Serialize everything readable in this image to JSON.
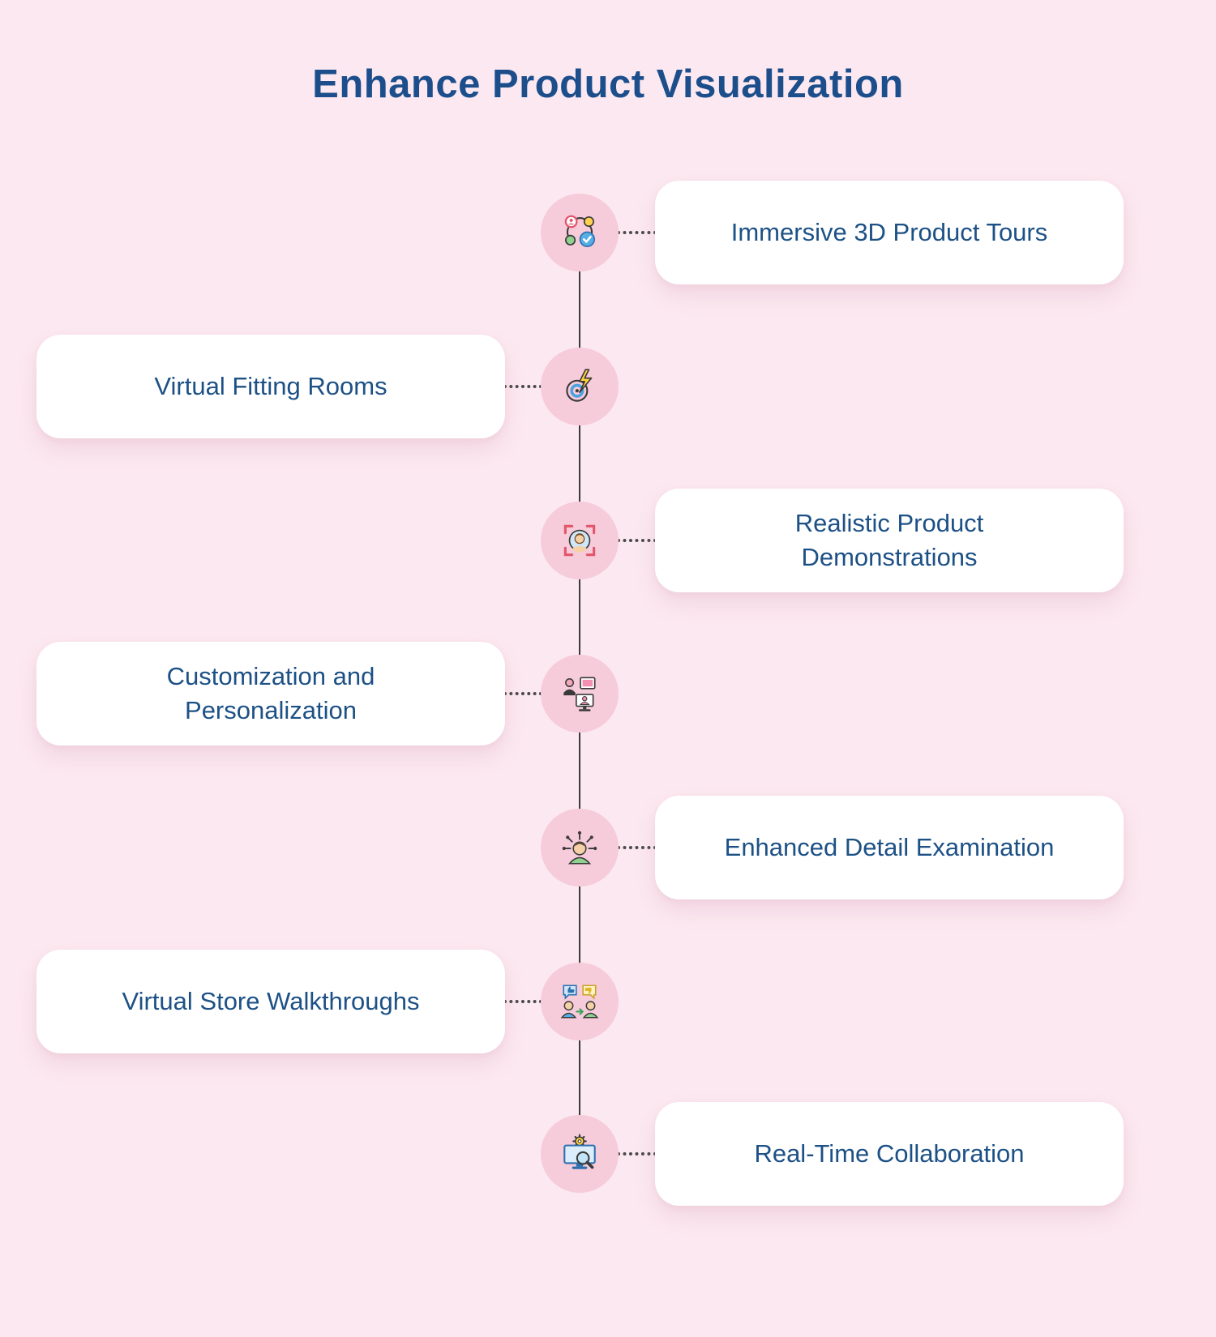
{
  "page": {
    "title": "Enhance Product Visualization"
  },
  "theme": {
    "background": "#fce8f0",
    "card_background": "#ffffff",
    "title_color": "#1c4e8c",
    "label_color": "#1d5186",
    "node_color": "#f6cbda",
    "spine_color": "#3a3a3a"
  },
  "timeline": {
    "items": [
      {
        "label": "Immersive 3D Product Tours",
        "side": "right",
        "icon": "3d-product-tour-icon"
      },
      {
        "label": "Virtual Fitting Rooms",
        "side": "left",
        "icon": "target-lightning-icon"
      },
      {
        "label": "Realistic Product Demonstrations",
        "side": "right",
        "icon": "face-scan-icon"
      },
      {
        "label": "Customization and Personalization",
        "side": "left",
        "icon": "user-kiosk-icon"
      },
      {
        "label": "Enhanced Detail Examination",
        "side": "right",
        "icon": "person-highlight-icon"
      },
      {
        "label": "Virtual Store Walkthroughs",
        "side": "left",
        "icon": "feedback-people-icon"
      },
      {
        "label": "Real-Time Collaboration",
        "side": "right",
        "icon": "monitor-gear-magnifier-icon"
      }
    ]
  }
}
